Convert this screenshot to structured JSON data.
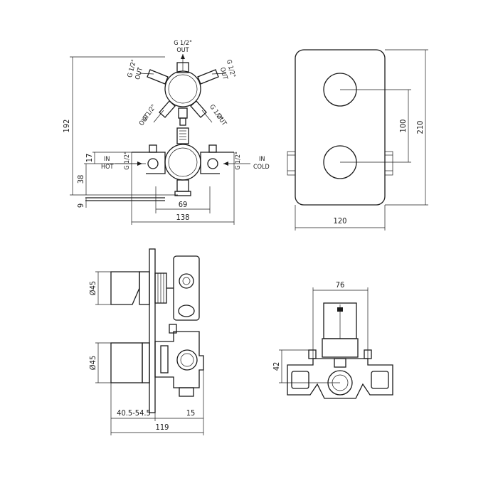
{
  "labels": {
    "g_half": "G 1/2\"",
    "out": "OUT",
    "in": "IN",
    "hot": "HOT",
    "cold": "COLD"
  },
  "dims": {
    "d192": "192",
    "d17": "17",
    "d38": "38",
    "d9": "9",
    "d69": "69",
    "d138": "138",
    "d100": "100",
    "d210": "210",
    "d120": "120",
    "d45a": "Ø45",
    "d45b": "Ø45",
    "d40_54": "40.5-54.5",
    "d15": "15",
    "d119": "119",
    "d76": "76",
    "d42": "42"
  }
}
